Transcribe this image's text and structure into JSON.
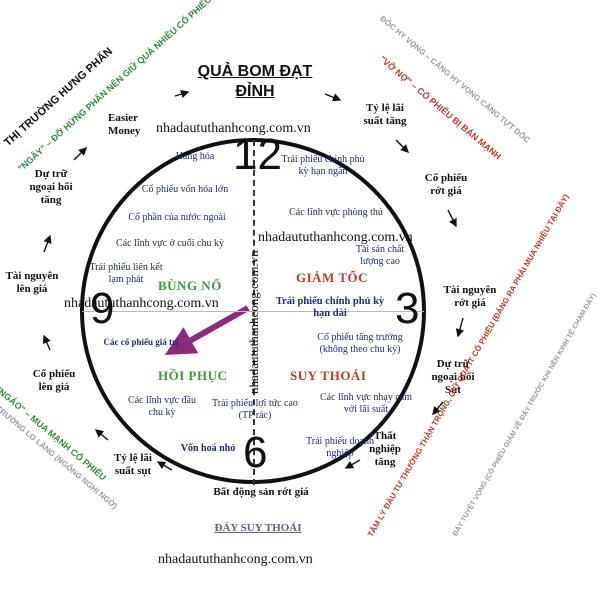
{
  "title": {
    "line1": "QUẢ BOM ĐẠT",
    "line2": "ĐỈNH"
  },
  "numbers": {
    "n12": "12",
    "n3": "3",
    "n6": "6",
    "n9": "9"
  },
  "phases": {
    "bung_no": "BÙNG NỔ",
    "giam_toc": "GIẢM TỐC",
    "hoi_phuc": "HỒI PHỤC",
    "suy_thoai": "SUY THOÁI"
  },
  "colors": {
    "bung_no": "#3a9a3a",
    "giam_toc": "#c0392b",
    "hoi_phuc": "#3a9a3a",
    "suy_thoai": "#c0392b",
    "arrow": "#8e2a7e"
  },
  "inner_top_left": [
    "Hàng hóa",
    "Cổ phiếu vốn hóa lớn",
    "Cổ phần của nước ngoài",
    "Các lĩnh vực ở cuối chu kỳ",
    "Trái phiếu liên kết lạm phát"
  ],
  "inner_top_right": [
    "Trái phiếu chính phủ kỳ hạn ngắn",
    "Các lĩnh vực phòng thủ",
    "Tài sản chất lượng cao"
  ],
  "inner_right_bold": "Trái phiếu chính phủ kỳ hạn dài",
  "inner_bottom_right": [
    "Cổ phiếu tăng trưởng (không theo chu kỳ)",
    "Các lĩnh vực nhạy cảm với lãi suất",
    "Trái phiếu doanh nghiệp"
  ],
  "inner_bottom_left": [
    "Các cổ phiếu giá trị",
    "Các lĩnh vực đầu chu kỳ",
    "Trái phiếu lợi tức cao (TP rác)",
    "Vốn hoá nhỏ"
  ],
  "outer": {
    "easier_money": "Easier Money",
    "ty_le_lai_suat_tang": "Tỷ lệ lãi suất tăng",
    "co_phieu_rot_gia": "Cổ phiếu rớt giá",
    "tai_nguyen_rot_gia": "Tài nguyên rớt giá",
    "du_tru_ngoai_hoi_sut": "Dự trữ ngoại hối Sụt",
    "that_nghiep_tang": "Thất nghiệp tăng",
    "bat_dong_san_rot_gia": "Bất động sản rớt giá",
    "ty_le_lai_suat_sut": "Tỷ lệ lãi suất sụt",
    "co_phieu_len_gia": "Cổ phiếu lên giá",
    "tai_nguyen_len_gia": "Tài nguyên lên giá",
    "du_tru_ngoai_hoi_tang": "Dự trữ ngoại hối tăng"
  },
  "bottom_label": "ĐÁY SUY THOÁI",
  "watermark": "nhadaututhanhcong.com.vn",
  "diagonals": {
    "top_left_black": "THỊ TRƯỜNG HƯNG PHẤN",
    "top_left_green": "\"NGÂY\" – ĐỠ HỨNG PHẤN NÊN GIỮ QUÁ NHIỀU CỔ PHIẾU",
    "top_right_gray": "ĐỐC HY VỌNG – CĂNG HY VỌNG CĂNG TỰT DỐC",
    "top_right_red": "\"VỠ NỢ\" – CỔ PHIẾU BỊ BÁN MẠNH",
    "left_green": "\"NGÁO\" – MUA MẠNH CỔ PHIẾU",
    "left_gray": "TRƯỜNG LO LẮNG (NGÔNG NGHI NGỜ)",
    "right_red": "TÂM LÝ ĐẦU TƯ THƯỜNG THẬN TRỌNG, GIỮ QUÁ ÍT CỔ PHIẾU (ĐÁNG RA PHẢI MUA NHIỀU TẠI ĐÂY)",
    "right_gray": "ĐÁY TUYỆT VỌNG (CỔ PHIẾU GIẢM VỀ ĐÁY TRƯỚC KHI NỀN KINH TẾ CHẠM ĐÁY)"
  }
}
